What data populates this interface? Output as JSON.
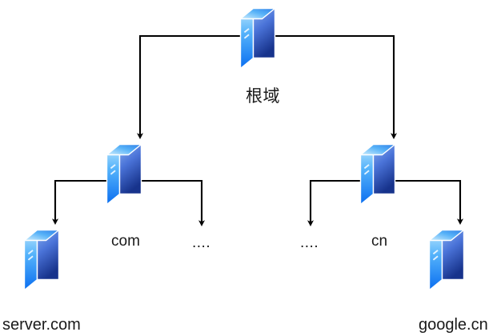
{
  "diagram": {
    "title_text": "根域",
    "background_color": "#ffffff",
    "line_color": "#000000",
    "text_color": "#1a1a1a",
    "icon": {
      "name": "server-icon",
      "front_gradient_top": "#7fa6ee",
      "front_gradient_bottom": "#1c3f9e",
      "side_gradient_top": "#a9dcfb",
      "side_gradient_bottom": "#0a7ff5",
      "top_gradient_left": "#bfe6fc",
      "top_gradient_right": "#2e86f0"
    },
    "nodes": [
      {
        "id": "root",
        "label": "根域",
        "level": 0,
        "icon": "server-icon"
      },
      {
        "id": "com",
        "label": "com",
        "level": 1,
        "icon": "server-icon"
      },
      {
        "id": "com-other",
        "label": "....",
        "level": 2,
        "icon": "none"
      },
      {
        "id": "cn-other",
        "label": "....",
        "level": 2,
        "icon": "none"
      },
      {
        "id": "cn",
        "label": "cn",
        "level": 1,
        "icon": "server-icon"
      },
      {
        "id": "server-com",
        "label": "server.com",
        "level": 2,
        "icon": "server-icon"
      },
      {
        "id": "google-cn",
        "label": "google.cn",
        "level": 2,
        "icon": "server-icon"
      }
    ],
    "edges": [
      {
        "from": "root",
        "to": "com",
        "style": "orthogonal-arrow"
      },
      {
        "from": "root",
        "to": "cn",
        "style": "orthogonal-arrow"
      },
      {
        "from": "com",
        "to": "server-com",
        "style": "orthogonal-arrow"
      },
      {
        "from": "com",
        "to": "com-other",
        "style": "orthogonal-arrow"
      },
      {
        "from": "cn",
        "to": "cn-other",
        "style": "orthogonal-arrow"
      },
      {
        "from": "cn",
        "to": "google-cn",
        "style": "orthogonal-arrow"
      }
    ]
  }
}
